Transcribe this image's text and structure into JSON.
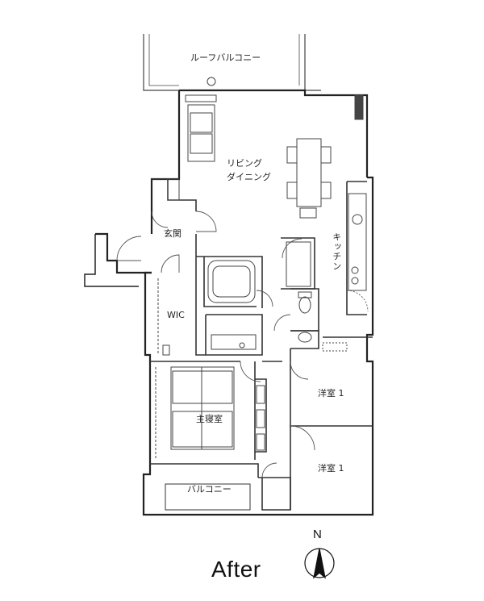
{
  "plan_title": "After",
  "north_label": "N",
  "rooms": {
    "roof_balcony": "ルーフバルコニー",
    "living_line1": "リビング",
    "living_line2": "ダイニング",
    "entrance": "玄関",
    "kitchen": "キッチン",
    "wic": "WIC",
    "western_room_a": "洋室 1",
    "master_bedroom": "主寝室",
    "western_room_b": "洋室 1",
    "balcony": "バルコニー"
  },
  "colors": {
    "wall": "#222222",
    "line": "#555555",
    "background": "#ffffff"
  }
}
